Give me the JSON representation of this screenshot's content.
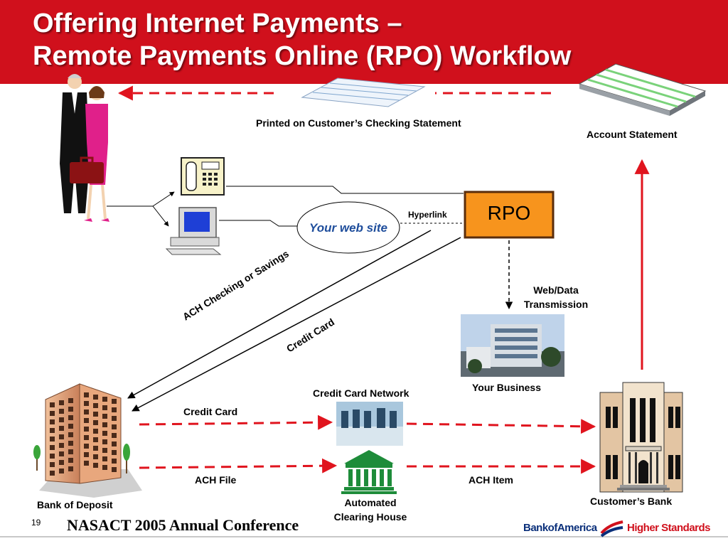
{
  "slide": {
    "title_line_1": "Offering Internet Payments –",
    "title_line_2": "Remote Payments Online (RPO) Workflow",
    "number": "19",
    "conference": "NASACT 2005 Annual Conference"
  },
  "labels": {
    "printed_statement": "Printed on Customer’s Checking Statement",
    "account_statement": "Account Statement",
    "hyperlink": "Hyperlink",
    "rpo": "RPO",
    "your_web_site": "Your web site",
    "web_data_transmission_1": "Web/Data",
    "web_data_transmission_2": "Transmission",
    "ach_checking_savings": "ACH Checking or Savings",
    "credit_card_diag": "Credit Card",
    "your_business": "Your Business",
    "credit_card_network": "Credit Card Network",
    "credit_card": "Credit Card",
    "ach_file": "ACH File",
    "ach_item": "ACH Item",
    "ach_house_1": "Automated",
    "ach_house_2": "Clearing House",
    "bank_of_deposit": "Bank of Deposit",
    "customers_bank": "Customer’s Bank"
  },
  "logo": {
    "brand": "BankofAmerica",
    "tagline": "Higher Standards"
  },
  "colors": {
    "title_red": "#d0101c",
    "rpo_orange": "#f7941d",
    "rpo_border": "#5a2d0c",
    "dash_red": "#e0141e",
    "web_site_blue": "#1f4e9c",
    "logo_navy": "#0a2f7a"
  }
}
